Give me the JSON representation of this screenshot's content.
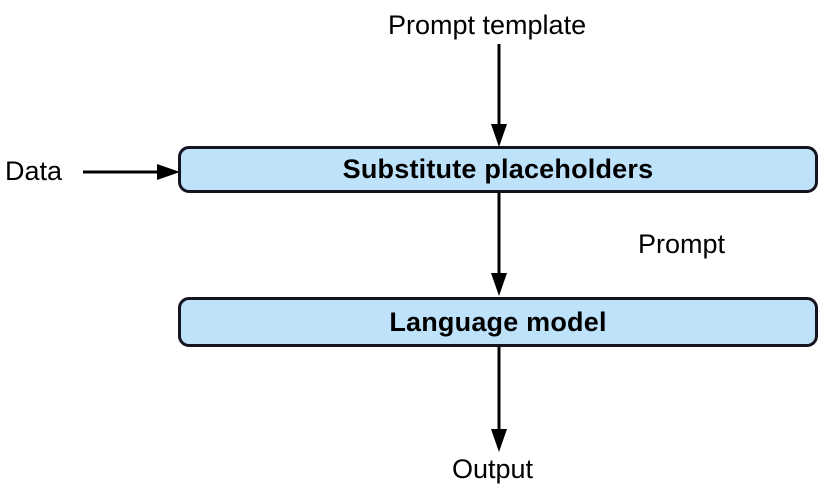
{
  "diagram": {
    "title_text": "Prompt template",
    "nodes": [
      {
        "id": "substitute",
        "label": "Substitute placeholders",
        "shape": "rounded-rect",
        "fill": "#bfe2fb",
        "stroke": "#14141e"
      },
      {
        "id": "language-model",
        "label": "Language model",
        "shape": "rounded-rect",
        "fill": "#bfe2fb",
        "stroke": "#14141e"
      }
    ],
    "labels": {
      "prompt_template": "Prompt template",
      "data": "Data",
      "prompt": "Prompt",
      "output": "Output"
    },
    "edges": [
      {
        "id": "template-to-substitute",
        "from": "Prompt template",
        "to": "Substitute placeholders",
        "direction": "down",
        "arrowhead": true
      },
      {
        "id": "data-to-substitute",
        "from": "Data",
        "to": "Substitute placeholders",
        "direction": "right",
        "arrowhead": true
      },
      {
        "id": "substitute-to-model",
        "from": "Substitute placeholders",
        "to": "Language model",
        "direction": "down",
        "arrowhead": true,
        "edge_label": "Prompt"
      },
      {
        "id": "model-to-output",
        "from": "Language model",
        "to": "Output",
        "direction": "down",
        "arrowhead": true
      }
    ],
    "colors": {
      "box_fill": "#bfe2fb",
      "box_stroke": "#14141e",
      "line": "#000000",
      "text": "#000000",
      "background": "#ffffff"
    }
  }
}
